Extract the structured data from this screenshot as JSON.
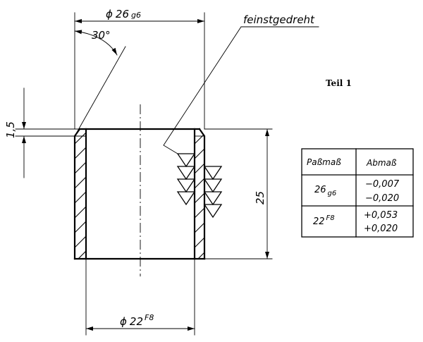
{
  "part_label": "Teil 1",
  "dimensions": {
    "outer_diameter": {
      "symbol": "ϕ",
      "value": "26",
      "fit": "g6"
    },
    "inner_diameter": {
      "symbol": "ϕ",
      "value": "22",
      "fit": "F8"
    },
    "length": "25",
    "chamfer_length": "1,5",
    "chamfer_angle": "30°"
  },
  "surface_note": "feinstgedreht",
  "tolerance_table": {
    "headers": [
      "Paßmaß",
      "Abmaß"
    ],
    "rows": [
      {
        "nominal": "26",
        "fit": "g6",
        "fit_position": "sub",
        "upper": "−0,007",
        "lower": "−0,020"
      },
      {
        "nominal": "22",
        "fit": "F8",
        "fit_position": "sup",
        "upper": "+0,053",
        "lower": "+0,020"
      }
    ]
  }
}
